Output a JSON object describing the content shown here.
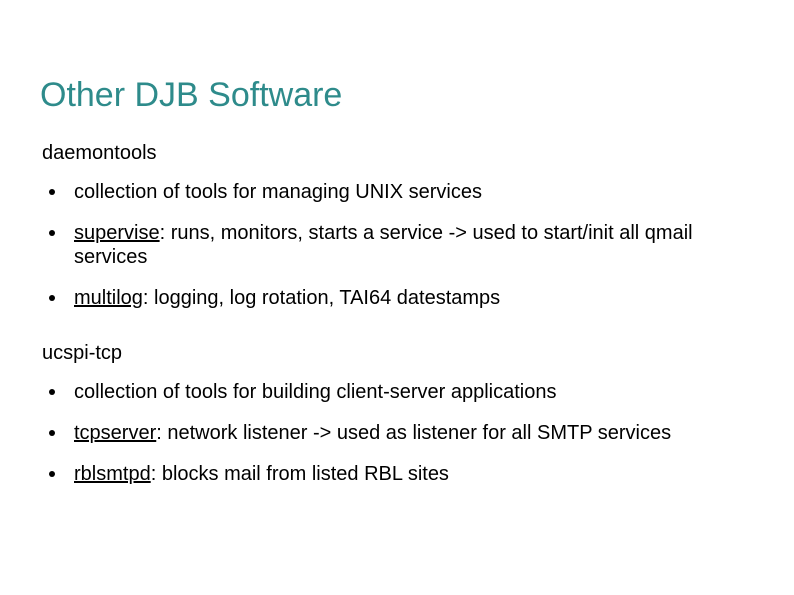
{
  "slide": {
    "title": "Other DJB Software",
    "title_color": "#2e8b8b",
    "background_color": "#ffffff",
    "text_color": "#000000"
  },
  "sections": [
    {
      "heading": "daemontools",
      "bullets": [
        {
          "term": "",
          "text": "collection of tools for managing UNIX services"
        },
        {
          "term": "supervise",
          "text": ": runs, monitors, starts a service -> used to start/init all qmail services"
        },
        {
          "term": "multilog",
          "text": ": logging, log rotation, TAI64 datestamps"
        }
      ]
    },
    {
      "heading": "ucspi-tcp",
      "bullets": [
        {
          "term": "",
          "text": "collection of tools for building client-server applications"
        },
        {
          "term": "tcpserver",
          "text": ": network listener -> used as listener for all SMTP services"
        },
        {
          "term": "rblsmtpd",
          "text": ": blocks mail from listed RBL sites"
        }
      ]
    }
  ]
}
